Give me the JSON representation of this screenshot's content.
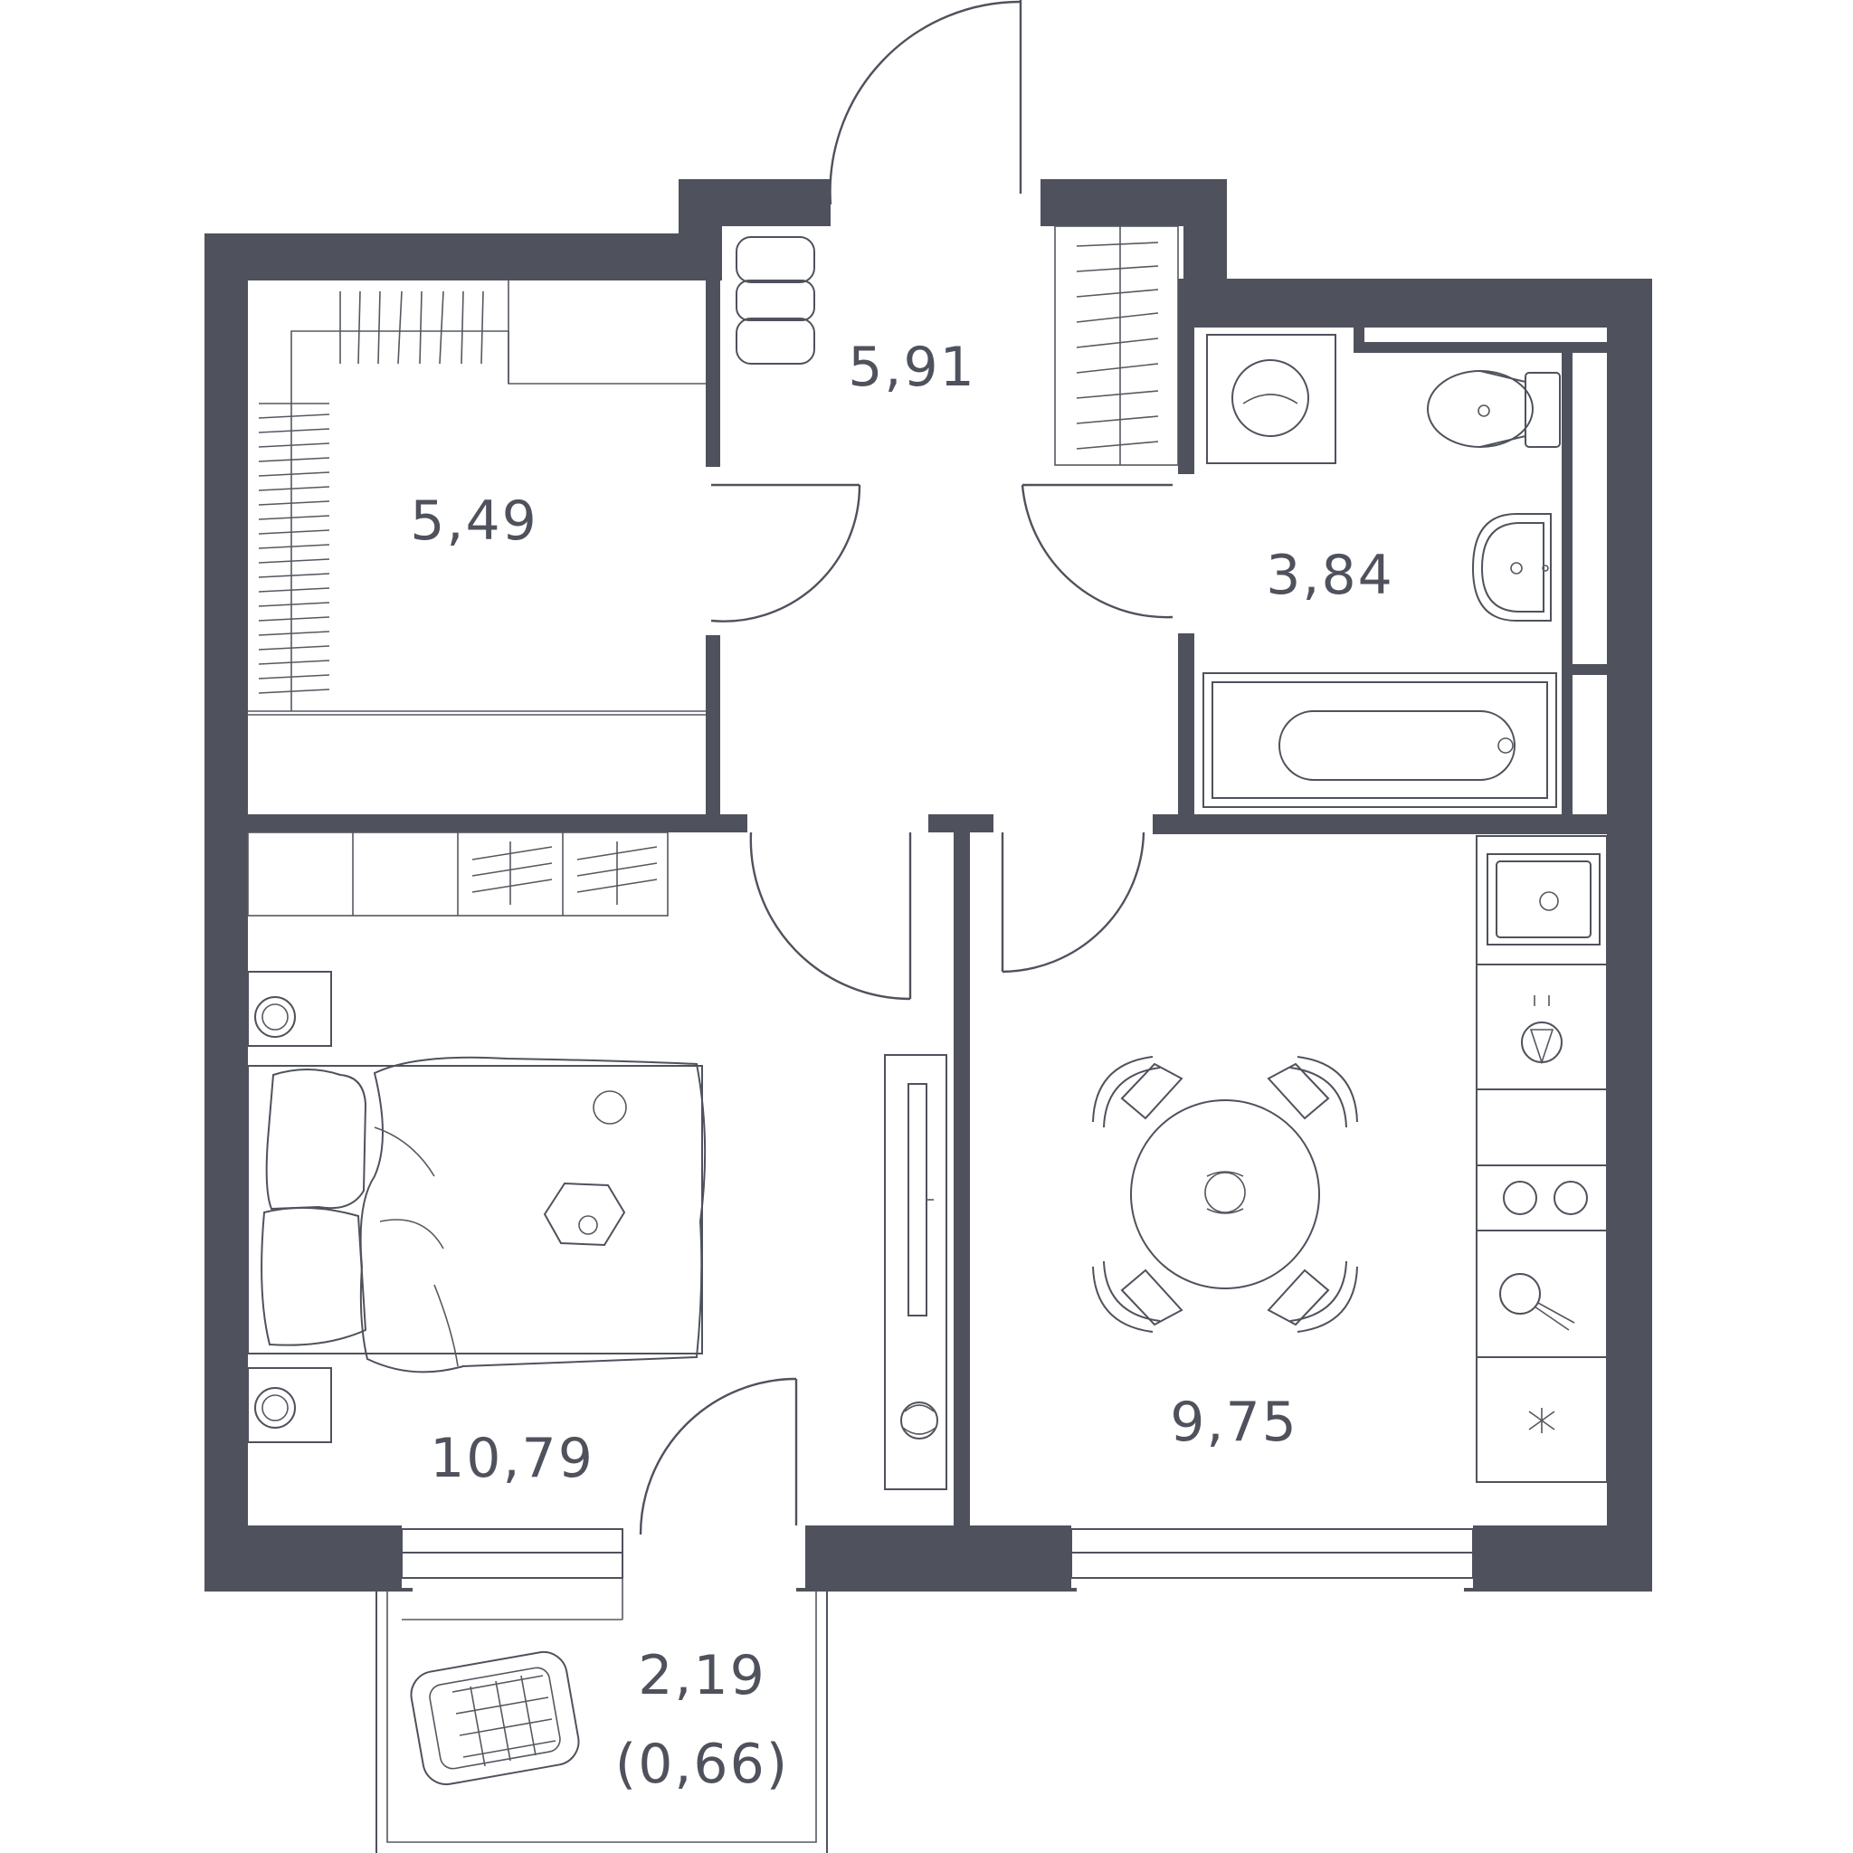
{
  "floor_plan": {
    "rooms": [
      {
        "id": "storage",
        "area": "5,49"
      },
      {
        "id": "hallway",
        "area": "5,91"
      },
      {
        "id": "bathroom",
        "area": "3,84"
      },
      {
        "id": "bedroom",
        "area": "10,79"
      },
      {
        "id": "kitchen",
        "area": "9,75"
      },
      {
        "id": "balcony",
        "area": "2,19",
        "reduced_area": "(0,66)"
      }
    ],
    "colors": {
      "wall": "#4f525c",
      "line": "#4f525c",
      "background": "#ffffff"
    },
    "icons": [
      "door-swing-icon",
      "wardrobe-icon",
      "bench-icon",
      "washing-machine-icon",
      "toilet-icon",
      "sink-icon",
      "bathtub-icon",
      "bed-icon",
      "nightstand-lamp-icon",
      "tv-console-icon",
      "plant-icon",
      "dining-table-icon",
      "chair-icon",
      "kitchen-sink-icon",
      "cooktop-icon",
      "oven-icon",
      "laundry-basket-icon"
    ]
  }
}
